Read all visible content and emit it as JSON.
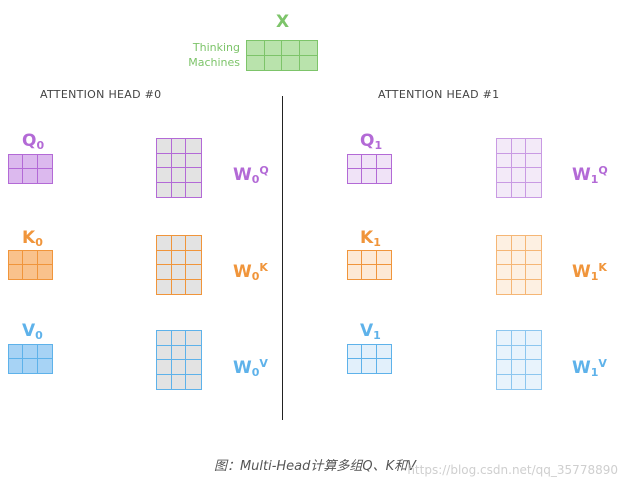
{
  "input": {
    "label": "X",
    "words": [
      "Thinking",
      "Machines"
    ],
    "color": "#7dc46a",
    "fill": "#b9e3ac",
    "border": "#7dc46a"
  },
  "heads": [
    {
      "title": "ATTENTION HEAD #0",
      "index": "0",
      "q": {
        "name": "Q",
        "sub": "0"
      },
      "k": {
        "name": "K",
        "sub": "0"
      },
      "v": {
        "name": "V",
        "sub": "0"
      },
      "wq": {
        "name": "W",
        "sub": "0",
        "sup": "Q"
      },
      "wk": {
        "name": "W",
        "sub": "0",
        "sup": "K"
      },
      "wv": {
        "name": "W",
        "sub": "0",
        "sup": "V"
      }
    },
    {
      "title": "ATTENTION HEAD #1",
      "index": "1",
      "q": {
        "name": "Q",
        "sub": "1"
      },
      "k": {
        "name": "K",
        "sub": "1"
      },
      "v": {
        "name": "V",
        "sub": "1"
      },
      "wq": {
        "name": "W",
        "sub": "1",
        "sup": "Q"
      },
      "wk": {
        "name": "W",
        "sub": "1",
        "sup": "K"
      },
      "wv": {
        "name": "W",
        "sub": "1",
        "sup": "V"
      }
    }
  ],
  "colors": {
    "query": "#b36ad6",
    "key": "#f0953b",
    "value": "#5eb2ea",
    "weight_fill": "#e3e3e3",
    "q_fill_head0": "#dcb9ee",
    "k_fill_head0": "#f9c28c",
    "v_fill_head0": "#a7d3f5",
    "q_fill_head1": "#f0e3f7",
    "k_fill_head1": "#fde9d5",
    "v_fill_head1": "#e2f0fb"
  },
  "caption": "图：Multi-Head计算多组Q、K和V",
  "watermark": "https://blog.csdn.net/qq_35778890"
}
